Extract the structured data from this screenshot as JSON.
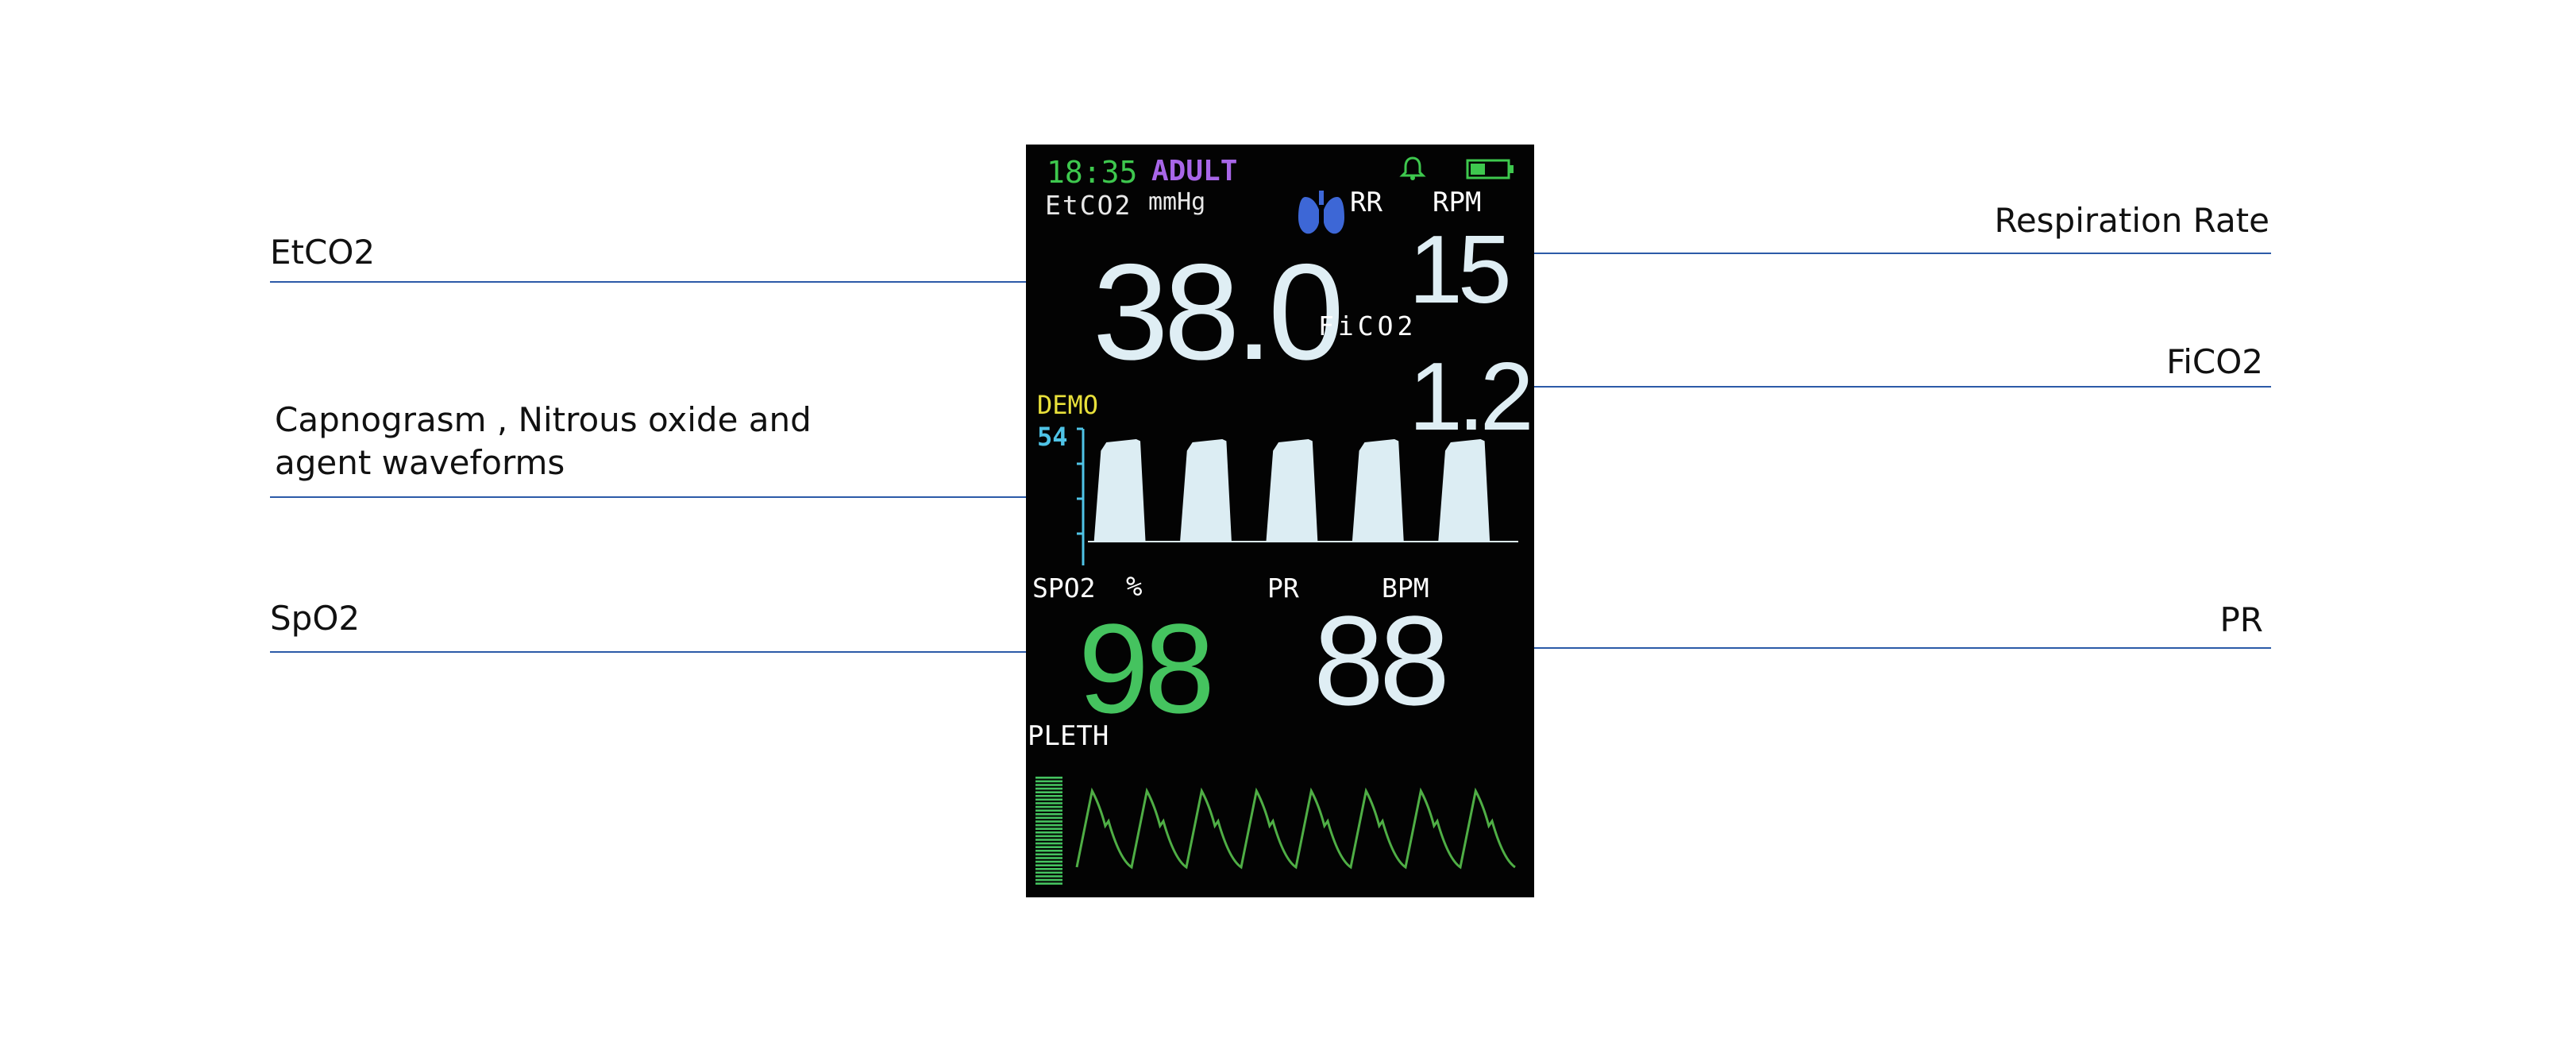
{
  "callouts": {
    "etco2": "EtCO2",
    "capnogram_line1": "Capnograsm , Nitrous oxide and",
    "capnogram_line2": "agent waveforms",
    "spo2": "SpO2",
    "respiration_rate": "Respiration Rate",
    "fico2": "FiCO2",
    "pr": "PR"
  },
  "monitor": {
    "time": "18:35",
    "patient_mode": "ADULT",
    "etco2": {
      "label": "EtCO2",
      "unit": "mmHg",
      "value": "38.0"
    },
    "rr": {
      "label": "RR",
      "unit": "RPM",
      "value": "15"
    },
    "fico2": {
      "label": "FiCO2",
      "value": "1.2"
    },
    "demo_label": "DEMO",
    "capno_scale_max": "54",
    "spo2": {
      "label": "SPO2",
      "unit": "%",
      "value": "98"
    },
    "pr": {
      "label": "PR",
      "unit": "BPM",
      "value": "88"
    },
    "pleth_label": "PLETH",
    "icons": {
      "alarm": "bell-icon",
      "battery": "battery-icon",
      "lungs": "lungs-icon"
    },
    "colors": {
      "screen": "#030303",
      "time": "#3ec84e",
      "patient_mode": "#a866e8",
      "values": "#dfeef4",
      "spo2_value": "#45c35f",
      "demo": "#e8e03a",
      "scale": "#4fc3e6",
      "capnogram_fill": "#dcedf3",
      "pleth_wave": "#4fae45",
      "lungs": "#3d67d6"
    }
  },
  "waveforms": {
    "capnogram_cycles": 5,
    "pleth_beats": 8
  }
}
